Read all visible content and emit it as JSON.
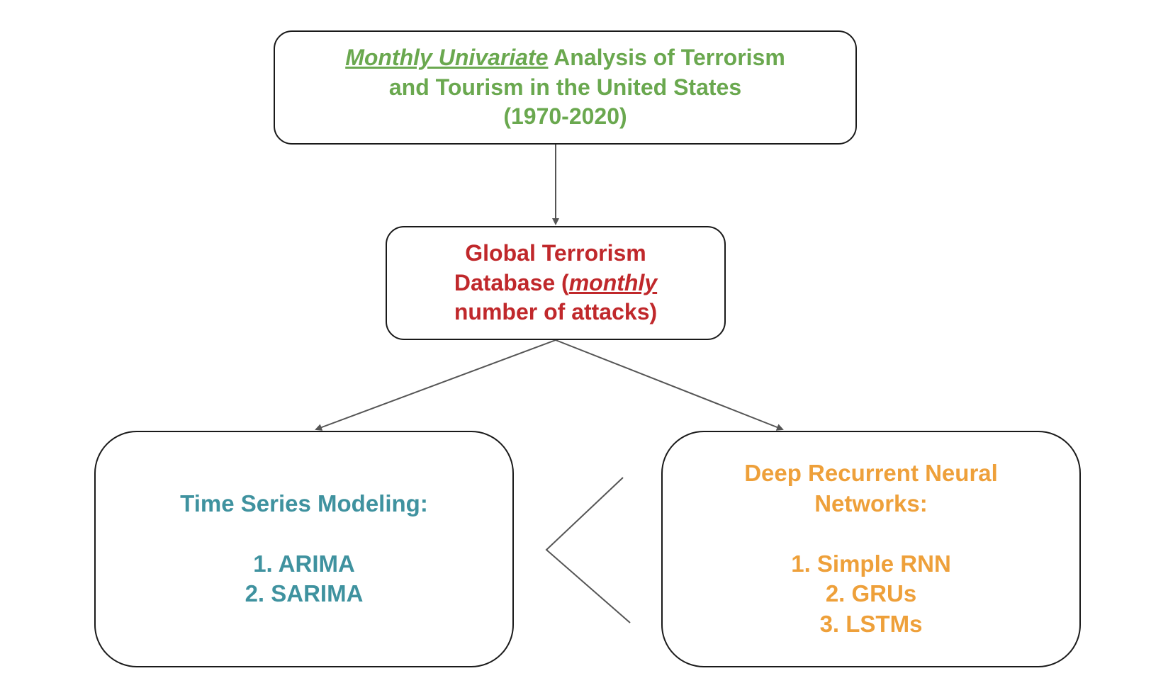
{
  "diagram": {
    "top_box": {
      "emphasis": "Monthly Univariate",
      "rest_line1": " Analysis of Terrorism",
      "line2": "and Tourism in the United States",
      "line3": "(1970-2020)",
      "color": "#6aa84f"
    },
    "middle_box": {
      "line1": "Global Terrorism",
      "line2_prefix": "Database (",
      "emphasis": "monthly",
      "line3": "number of attacks)",
      "color": "#c0282b"
    },
    "left_box": {
      "heading": "Time Series Modeling:",
      "items": [
        "1. ARIMA",
        "2. SARIMA"
      ],
      "color": "#3f929f"
    },
    "right_box": {
      "heading_line1": "Deep Recurrent Neural",
      "heading_line2": "Networks:",
      "items": [
        "1. Simple RNN",
        "2. GRUs",
        "3. LSTMs"
      ],
      "color": "#eea03a"
    },
    "connector_color": "#555555"
  }
}
